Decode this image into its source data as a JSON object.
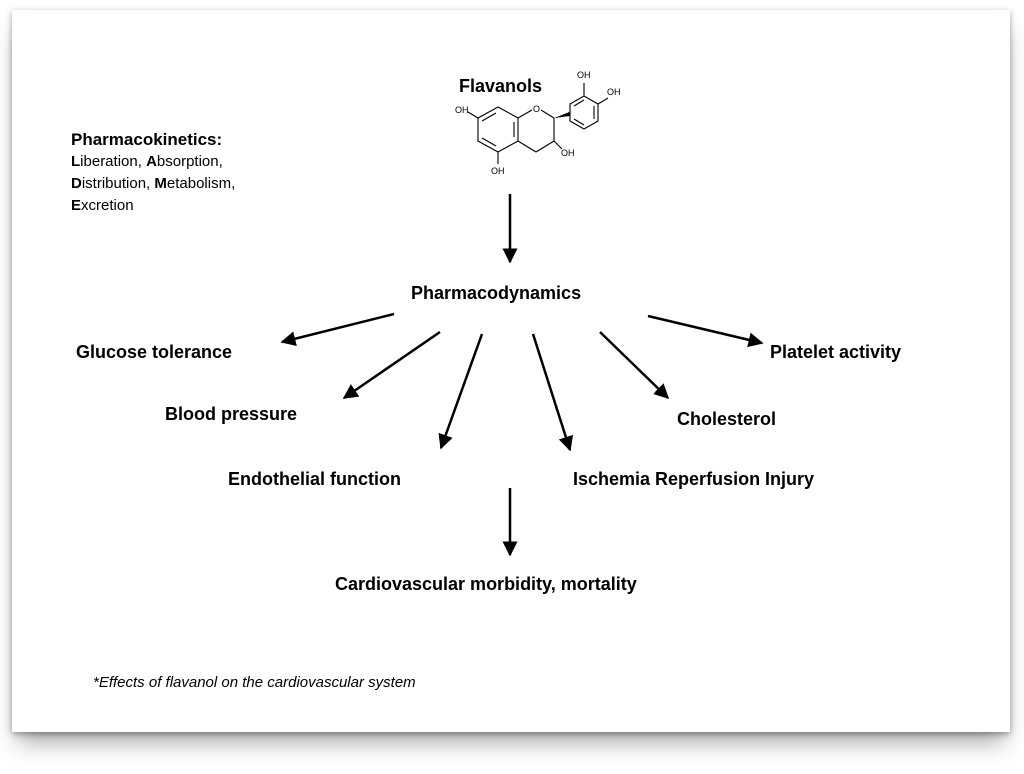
{
  "diagram": {
    "source": {
      "label": "Flavanols"
    },
    "molecule": {
      "atom_labels": [
        "OH",
        "OH",
        "OH",
        "O",
        "OH",
        "OH"
      ]
    },
    "pharmacokinetics": {
      "title": "Pharmacokinetics:",
      "terms": [
        {
          "initial": "L",
          "rest": "iberation",
          "sep": ", "
        },
        {
          "initial": "A",
          "rest": "bsorption",
          "sep": ","
        },
        {
          "initial": "D",
          "rest": "istribution",
          "sep": ", "
        },
        {
          "initial": "M",
          "rest": "etabolism",
          "sep": ","
        },
        {
          "initial": "E",
          "rest": "xcretion",
          "sep": ""
        }
      ]
    },
    "hub": {
      "label": "Pharmacodynamics"
    },
    "effects": [
      "Glucose tolerance",
      "Blood pressure",
      "Endothelial function",
      "Ischemia Reperfusion Injury",
      "Cholesterol",
      "Platelet activity"
    ],
    "outcome": {
      "label": "Cardiovascular morbidity, mortality"
    },
    "footnote": "*Effects of flavanol on the cardiovascular system"
  }
}
